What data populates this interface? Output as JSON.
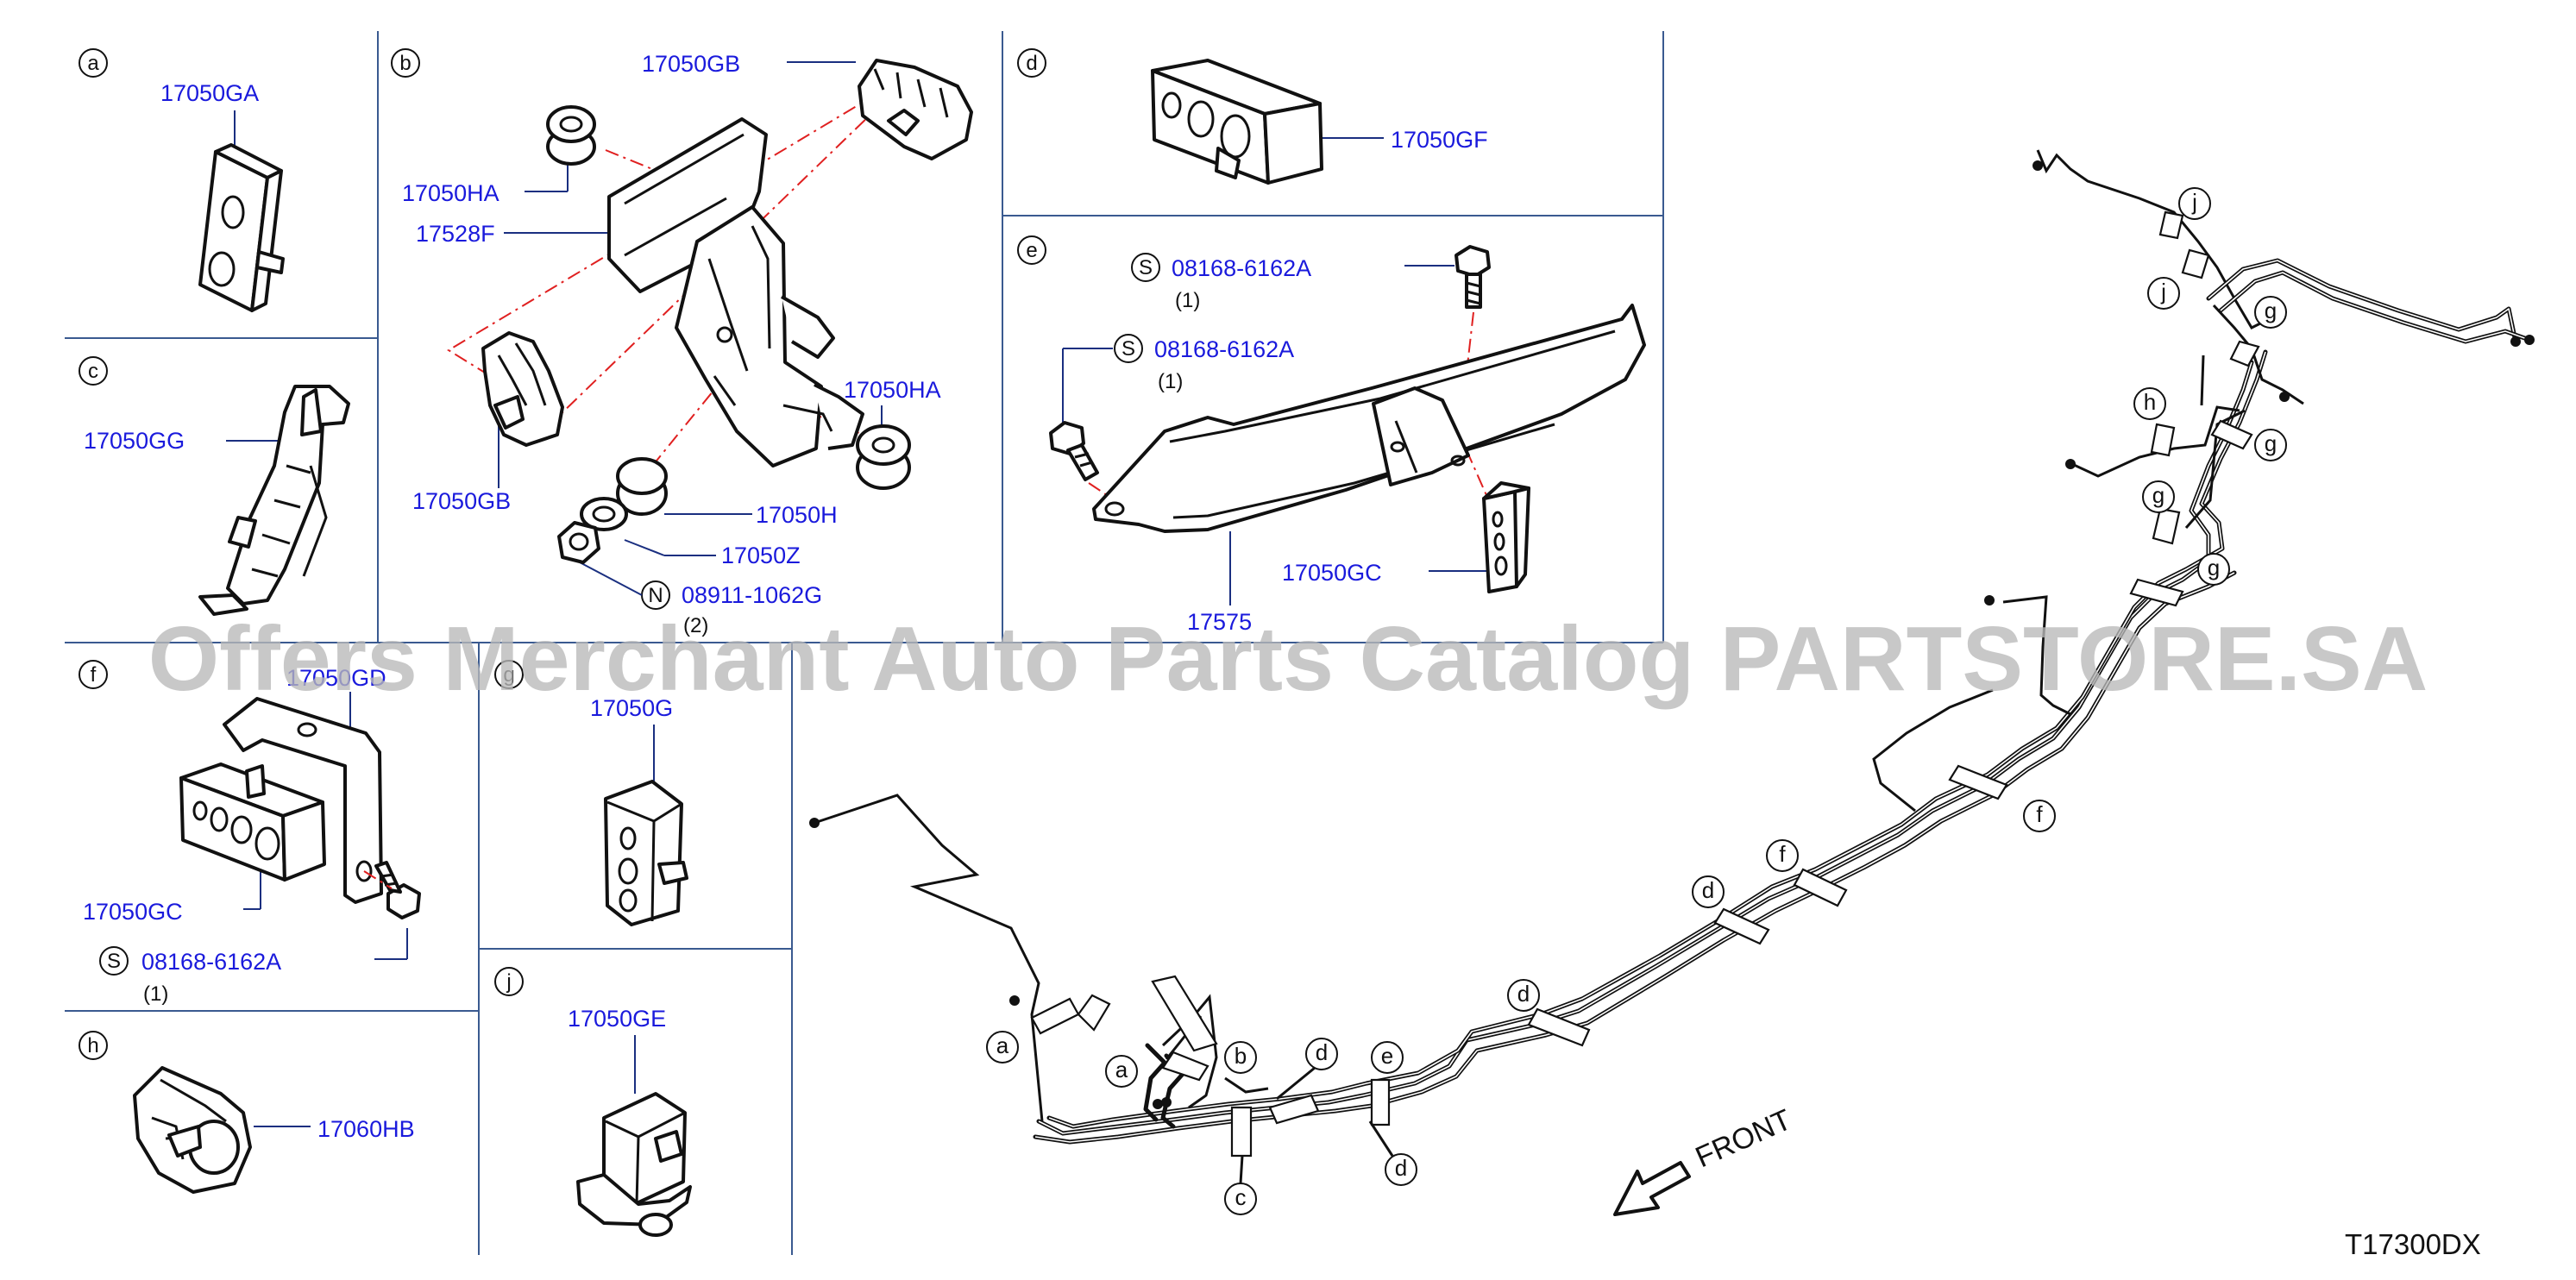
{
  "sections": {
    "a": {
      "letter": "a",
      "parts": [
        "17050GA"
      ]
    },
    "b": {
      "letter": "b",
      "parts": [
        "17050GB",
        "17050HA",
        "17528F",
        "17050HA",
        "17050GB",
        "17050H",
        "17050Z",
        "08911-1062G"
      ],
      "prefix_n": "N",
      "qty_n": "(2)"
    },
    "c": {
      "letter": "c",
      "parts": [
        "17050GG"
      ]
    },
    "d": {
      "letter": "d",
      "parts": [
        "17050GF"
      ]
    },
    "e": {
      "letter": "e",
      "parts": [
        "08168-6162A",
        "08168-6162A",
        "17050GC",
        "17575"
      ],
      "prefix_s": "S",
      "qty_1": "(1)",
      "qty_2": "(1)"
    },
    "f": {
      "letter": "f",
      "parts": [
        "17050GD",
        "17050GC",
        "08168-6162A"
      ],
      "prefix_s": "S",
      "qty": "(1)"
    },
    "g": {
      "letter": "g",
      "parts": [
        "17050G"
      ]
    },
    "h": {
      "letter": "h",
      "parts": [
        "17060HB"
      ]
    },
    "j": {
      "letter": "j",
      "parts": [
        "17050GE"
      ]
    }
  },
  "routing_letters": [
    "j",
    "j",
    "g",
    "g",
    "h",
    "g",
    "g",
    "f",
    "f",
    "d",
    "d",
    "d",
    "e",
    "d",
    "b",
    "a",
    "a",
    "c"
  ],
  "front_label": "FRONT",
  "watermark": "Offers Merchant Auto Parts Catalog PARTSTORE.SA",
  "diagram_code": "T17300DX",
  "colors": {
    "part_number": "#1a1adc",
    "leader": "#1a2f80",
    "grid": "#3a5a90",
    "dash": "#e02020",
    "watermark": "#b9b9b9"
  }
}
